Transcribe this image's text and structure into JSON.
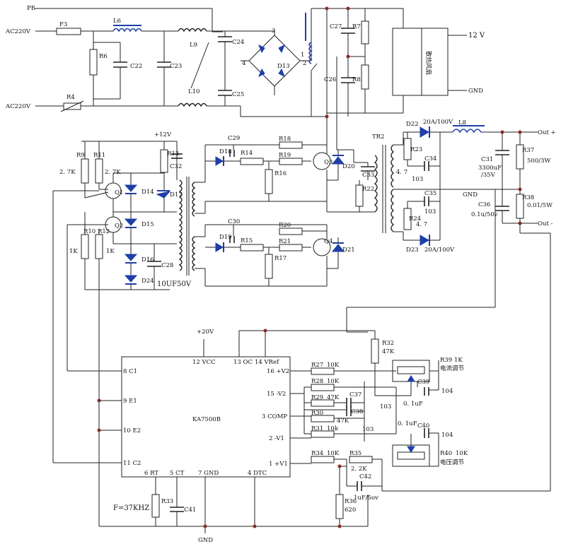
{
  "inputs": {
    "pe": "PE",
    "ac_top": "AC220V",
    "ac_bottom": "AC220V"
  },
  "outputs": {
    "v12": "12 V",
    "gnd_top": "GND",
    "out_plus": "Out +",
    "out_minus": "Out -",
    "gnd_mid": "GND",
    "gnd_bottom": "GND"
  },
  "fan_label": "散热风扇",
  "supply": {
    "v12": "+12V",
    "v20": "+20V"
  },
  "ic": {
    "name": "KA7500B",
    "pins": {
      "vcc": "12 VCC",
      "oc": "13 OC",
      "vref": "14 VRef",
      "c1": "8 C1",
      "e1": "9 E1",
      "e2": "10 E2",
      "c2": "11 C2",
      "v2p": "16 +V2",
      "v2m": "15 -V2",
      "comp": "3 COMP",
      "v1m": "2 -V1",
      "v1p": "1 +V1",
      "rt": "6 RT",
      "ct": "5 CT",
      "gnd": "7 GND",
      "dtc": "4 DTC"
    }
  },
  "freq": "F=37KHZ",
  "components": {
    "F3": "F3",
    "L6": "L6",
    "R6": "R6",
    "R4": "R4",
    "C22": "C22",
    "C23": "C23",
    "L9": "L9",
    "L10": "L10",
    "C24": "C24",
    "C25": "C25",
    "D13": "D13",
    "n1": "1",
    "n2": "2",
    "n3": "3",
    "n4": "4",
    "C27": "C27",
    "C26": "C26",
    "R7": "R7",
    "R8": "R8",
    "R9": "R9",
    "R11": "R11",
    "R13": "R13",
    "r27k_a": "2. 7K",
    "r27k_b": "2. 7K",
    "Q1": "Q1",
    "Q2": "Q2",
    "D14": "D14",
    "D15": "D15",
    "D16": "D16",
    "D17": "D17",
    "D24": "D24",
    "C32": "C32",
    "C28": "C28",
    "c28_val": "10UF50V",
    "R10": "R10",
    "R12": "R12",
    "r1k_a": "1K",
    "r1k_b": "1K",
    "C29": "C29",
    "D18": "D18",
    "R14": "R14",
    "R18": "R18",
    "R19": "R19",
    "R16": "R16",
    "Q3": "Q3",
    "D20": "D20",
    "C30": "C30",
    "D19": "D19",
    "R15": "R15",
    "R20": "R20",
    "R21": "R21",
    "R17": "R17",
    "Q4": "Q4",
    "D21": "D21",
    "TR2": "TR2",
    "C33": "C33",
    "R22": "R22",
    "r47_a": "4. 7",
    "r47_b": "4. 7",
    "R23": "R23",
    "C34": "C34",
    "c103_a": "103",
    "C35": "C35",
    "c103_b": "103",
    "R24": "R24",
    "D22": "D22",
    "d22_val": "20A/100V",
    "D23": "D23",
    "d23_val": "20A/100V",
    "L8": "L8",
    "C31": "C31",
    "c31_val1": "3300uF",
    "c31_val2": "/35V",
    "R37": "R37",
    "r37_val": "500/3W",
    "C36": "C36",
    "c36_val": "0.1u/50v",
    "R38": "R38",
    "r38_val": "0.01/5W",
    "R32": "R32",
    "r32_val": "47K",
    "R39": "R39",
    "r39_val": "1K",
    "i_adj": "电流调节",
    "R27": "R27",
    "r27_val": "10K",
    "R28": "R28",
    "r28_val": "10K",
    "R29": "R29",
    "r29_val": "47K",
    "C37": "C37",
    "C38": "C38",
    "c103_c": "103",
    "c103_d": "103",
    "C39": "C39",
    "c39_val": "0. 1uF",
    "c104_a": "104",
    "R30": "R30",
    "R31": "R31",
    "r31_val": "10k",
    "r47k_c": "47K",
    "C40": "C40",
    "c40_val": "0. 1uF",
    "c104_b": "104",
    "R40": "R40",
    "r40_val": "10K",
    "v_adj": "电压调节",
    "R34": "R34",
    "r34_val": "10K",
    "R35": "R35",
    "r35_val": "2. 2K",
    "C42": "C42",
    "c42_val": "1uF/5ov",
    "R36": "R36",
    "r36_val": "620",
    "R33": "R33",
    "C41": "C41"
  }
}
